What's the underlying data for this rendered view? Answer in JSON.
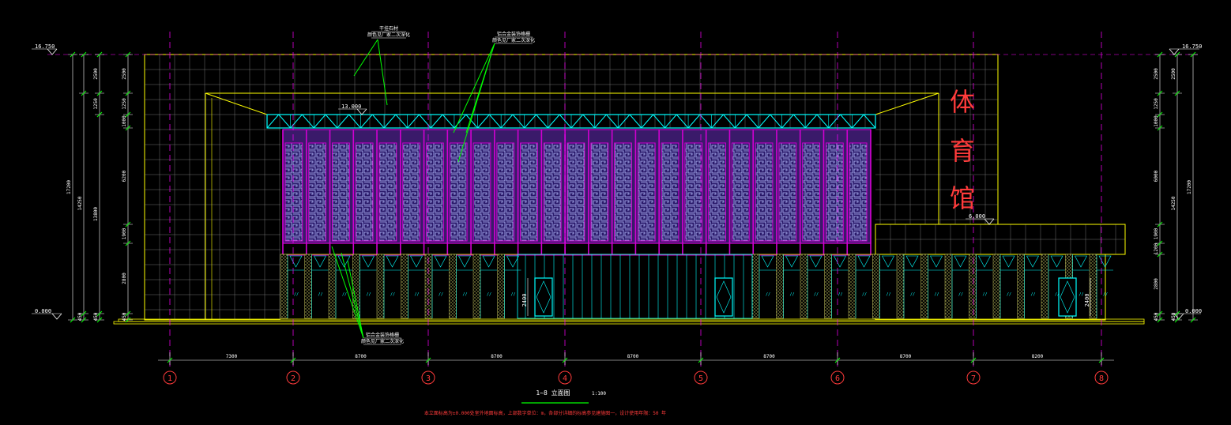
{
  "drawing": {
    "sign_text": [
      "体",
      "育",
      "馆"
    ],
    "elevations": {
      "top_left": "16.750",
      "top_right": "16.750",
      "ground_left": "0.000",
      "ground_right": "0.000",
      "canopy": "13.000",
      "side_roof": "6.000"
    },
    "axes": [
      "1",
      "2",
      "3",
      "4",
      "5",
      "6",
      "7",
      "8"
    ],
    "bay_dims": [
      "7300",
      "8700",
      "8700",
      "8700",
      "8700",
      "8700",
      "8200"
    ],
    "left_dims_outer": [
      "450",
      "2500",
      "1250",
      "1000",
      "6200",
      "1900",
      "2800"
    ],
    "left_dims_middle": [
      "14250",
      "13800"
    ],
    "left_dims_inner": [
      "2500",
      "1250",
      "1000",
      "6200",
      "1900",
      "2800"
    ],
    "left_total": "17200",
    "right_dims_inner": [
      "450",
      "2500",
      "1250",
      "1000",
      "6000",
      "1900",
      "1200",
      "2800"
    ],
    "right_dims_middle": "14250",
    "right_total": "17200",
    "door_dim": "2400",
    "annotations": {
      "top_a_line1": "干挂石材",
      "top_a_line2": "颜色见厂家二次深化",
      "top_b_line1": "铝合金装饰格栅",
      "top_b_line2": "颜色见厂家二次深化",
      "bottom_line1": "铝合金装饰格栅",
      "bottom_line2": "颜色见厂家二次深化"
    },
    "title": "1~8 立面图",
    "scale": "1:100",
    "note": "本立面标高为±0.000处室外地面标高，上部数字单位：m，各部分详细的标高参见建施图一，设计使用年限：50 年"
  },
  "colors": {
    "background": "#000000",
    "outline": "#ffff00",
    "grid": "#8a8a8a",
    "axis": "#ff00ff",
    "cyan": "#00ffff",
    "green": "#00ff00",
    "red": "#ff3b3b",
    "white": "#ffffff",
    "magenta_panel": "#d100d1"
  }
}
